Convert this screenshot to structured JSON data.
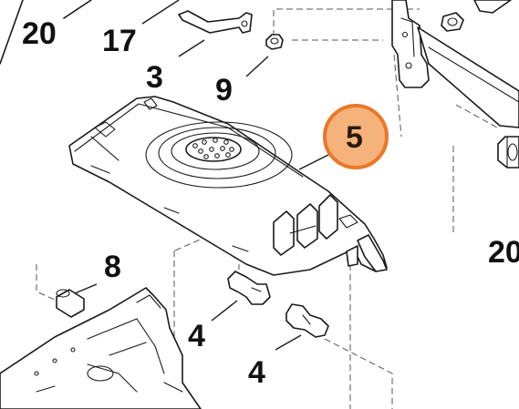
{
  "callouts": [
    {
      "id": "20-top-left",
      "text": "20"
    },
    {
      "id": "17",
      "text": "17"
    },
    {
      "id": "3",
      "text": "3"
    },
    {
      "id": "9",
      "text": "9"
    },
    {
      "id": "5",
      "text": "5"
    },
    {
      "id": "20-right",
      "text": "20"
    },
    {
      "id": "8",
      "text": "8"
    },
    {
      "id": "4-left",
      "text": "4"
    },
    {
      "id": "4-bottom",
      "text": "4"
    }
  ],
  "colors": {
    "highlight_fill": "#f5b27a",
    "highlight_ring": "#e9782c",
    "line": "#1a1a1a",
    "background": "#ffffff"
  }
}
